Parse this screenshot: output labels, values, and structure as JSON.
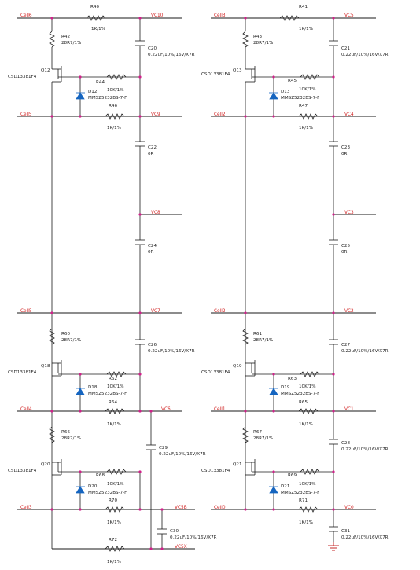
{
  "nets": {
    "cell6": "Cell6",
    "cell5": "Cell5",
    "cell4": "Cell4",
    "cell3": "Cell3",
    "cell2": "Cell2",
    "cell1": "Cell1",
    "cell0": "Cell0",
    "vc10": "VC10",
    "vc9": "VC9",
    "vc8": "VC8",
    "vc7": "VC7",
    "vc6": "VC6",
    "vc5b": "VC5B",
    "vc5x": "VC5X",
    "vc5": "VC5",
    "vc4": "VC4",
    "vc3": "VC3",
    "vc2": "VC2",
    "vc1": "VC1",
    "vc0": "VC0"
  },
  "resistors": {
    "r40": {
      "ref": "R40",
      "val": "1K/1%"
    },
    "r41": {
      "ref": "R41",
      "val": "1K/1%"
    },
    "r42": {
      "ref": "R42",
      "val": "28R7/1%"
    },
    "r43": {
      "ref": "R43",
      "val": "28R7/1%"
    },
    "r44": {
      "ref": "R44",
      "val": "10K/1%"
    },
    "r45": {
      "ref": "R45",
      "val": "10K/1%"
    },
    "r46": {
      "ref": "R46",
      "val": "1K/1%"
    },
    "r47": {
      "ref": "R47",
      "val": "1K/1%"
    },
    "r60": {
      "ref": "R60",
      "val": "28R7/1%"
    },
    "r61": {
      "ref": "R61",
      "val": "28R7/1%"
    },
    "r62": {
      "ref": "R62",
      "val": "10K/1%"
    },
    "r63": {
      "ref": "R63",
      "val": "10K/1%"
    },
    "r64": {
      "ref": "R64",
      "val": "1K/1%"
    },
    "r65": {
      "ref": "R65",
      "val": "1K/1%"
    },
    "r66": {
      "ref": "R66",
      "val": "28R7/1%"
    },
    "r67": {
      "ref": "R67",
      "val": "28R7/1%"
    },
    "r68": {
      "ref": "R68",
      "val": "10K/1%"
    },
    "r69": {
      "ref": "R69",
      "val": "10K/1%"
    },
    "r70": {
      "ref": "R70",
      "val": "1K/1%"
    },
    "r71": {
      "ref": "R71",
      "val": "1K/1%"
    },
    "r72": {
      "ref": "R72",
      "val": "1K/1%"
    }
  },
  "capacitors": {
    "c20": {
      "ref": "C20",
      "val": "0.22uF/10%/16V/X7R"
    },
    "c21": {
      "ref": "C21",
      "val": "0.22uF/10%/16V/X7R"
    },
    "c22": {
      "ref": "C22",
      "val": "0R"
    },
    "c23": {
      "ref": "C23",
      "val": "0R"
    },
    "c24": {
      "ref": "C24",
      "val": "0R"
    },
    "c25": {
      "ref": "C25",
      "val": "0R"
    },
    "c26": {
      "ref": "C26",
      "val": "0.22uF/10%/16V/X7R"
    },
    "c27": {
      "ref": "C27",
      "val": "0.22uF/10%/16V/X7R"
    },
    "c28": {
      "ref": "C28",
      "val": "0.22uF/10%/16V/X7R"
    },
    "c29": {
      "ref": "C29",
      "val": "0.22uF/10%/16V/X7R"
    },
    "c30": {
      "ref": "C30",
      "val": "0.22uF/10%/16V/X7R"
    },
    "c31": {
      "ref": "C31",
      "val": "0.22uF/10%/16V/X7R"
    }
  },
  "transistors": {
    "q12": {
      "ref": "Q12",
      "part": "CSD13381F4"
    },
    "q13": {
      "ref": "Q13",
      "part": "CSD13381F4"
    },
    "q18": {
      "ref": "Q18",
      "part": "CSD13381F4"
    },
    "q19": {
      "ref": "Q19",
      "part": "CSD13381F4"
    },
    "q20": {
      "ref": "Q20",
      "part": "CSD13381F4"
    },
    "q21": {
      "ref": "Q21",
      "part": "CSD13381F4"
    }
  },
  "diodes": {
    "d12": {
      "ref": "D12",
      "part": "MMSZ5232BS-7-F"
    },
    "d13": {
      "ref": "D13",
      "part": "MMSZ5232BS-7-F"
    },
    "d18": {
      "ref": "D18",
      "part": "MMSZ5232BS-7-F"
    },
    "d19": {
      "ref": "D19",
      "part": "MMSZ5232BS-7-F"
    },
    "d20": {
      "ref": "D20",
      "part": "MMSZ5232BS-7-F"
    },
    "d21": {
      "ref": "D21",
      "part": "MMSZ5232BS-7-F"
    }
  }
}
